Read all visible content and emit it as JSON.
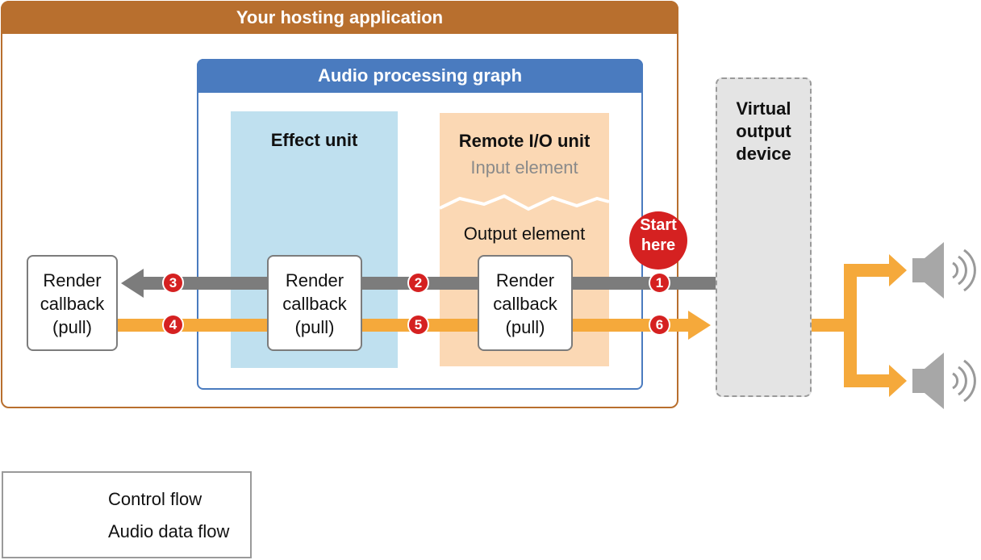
{
  "host": {
    "title": "Your hosting application"
  },
  "graph": {
    "title": "Audio processing graph"
  },
  "effect_unit": {
    "title": "Effect unit"
  },
  "remote_io_unit": {
    "title": "Remote I/O unit",
    "input_element": "Input element",
    "output_element": "Output element"
  },
  "virtual_output_device": {
    "line1": "Virtual",
    "line2": "output",
    "line3": "device"
  },
  "callbacks": [
    {
      "line1": "Render",
      "line2": "callback",
      "line3": "(pull)"
    },
    {
      "line1": "Render",
      "line2": "callback",
      "line3": "(pull)"
    },
    {
      "line1": "Render",
      "line2": "callback",
      "line3": "(pull)"
    }
  ],
  "start": {
    "line1": "Start",
    "line2": "here"
  },
  "badges": [
    "1",
    "2",
    "3",
    "4",
    "5",
    "6"
  ],
  "legend": {
    "control_flow": "Control flow",
    "audio_data_flow": "Audio data flow"
  },
  "colors": {
    "control": "#7c7c7c",
    "audio": "#f5a93b",
    "badge": "#d52121",
    "host": "#b86f2e",
    "graph": "#4a7bbf"
  },
  "icons": {
    "speaker": "speaker-icon"
  }
}
